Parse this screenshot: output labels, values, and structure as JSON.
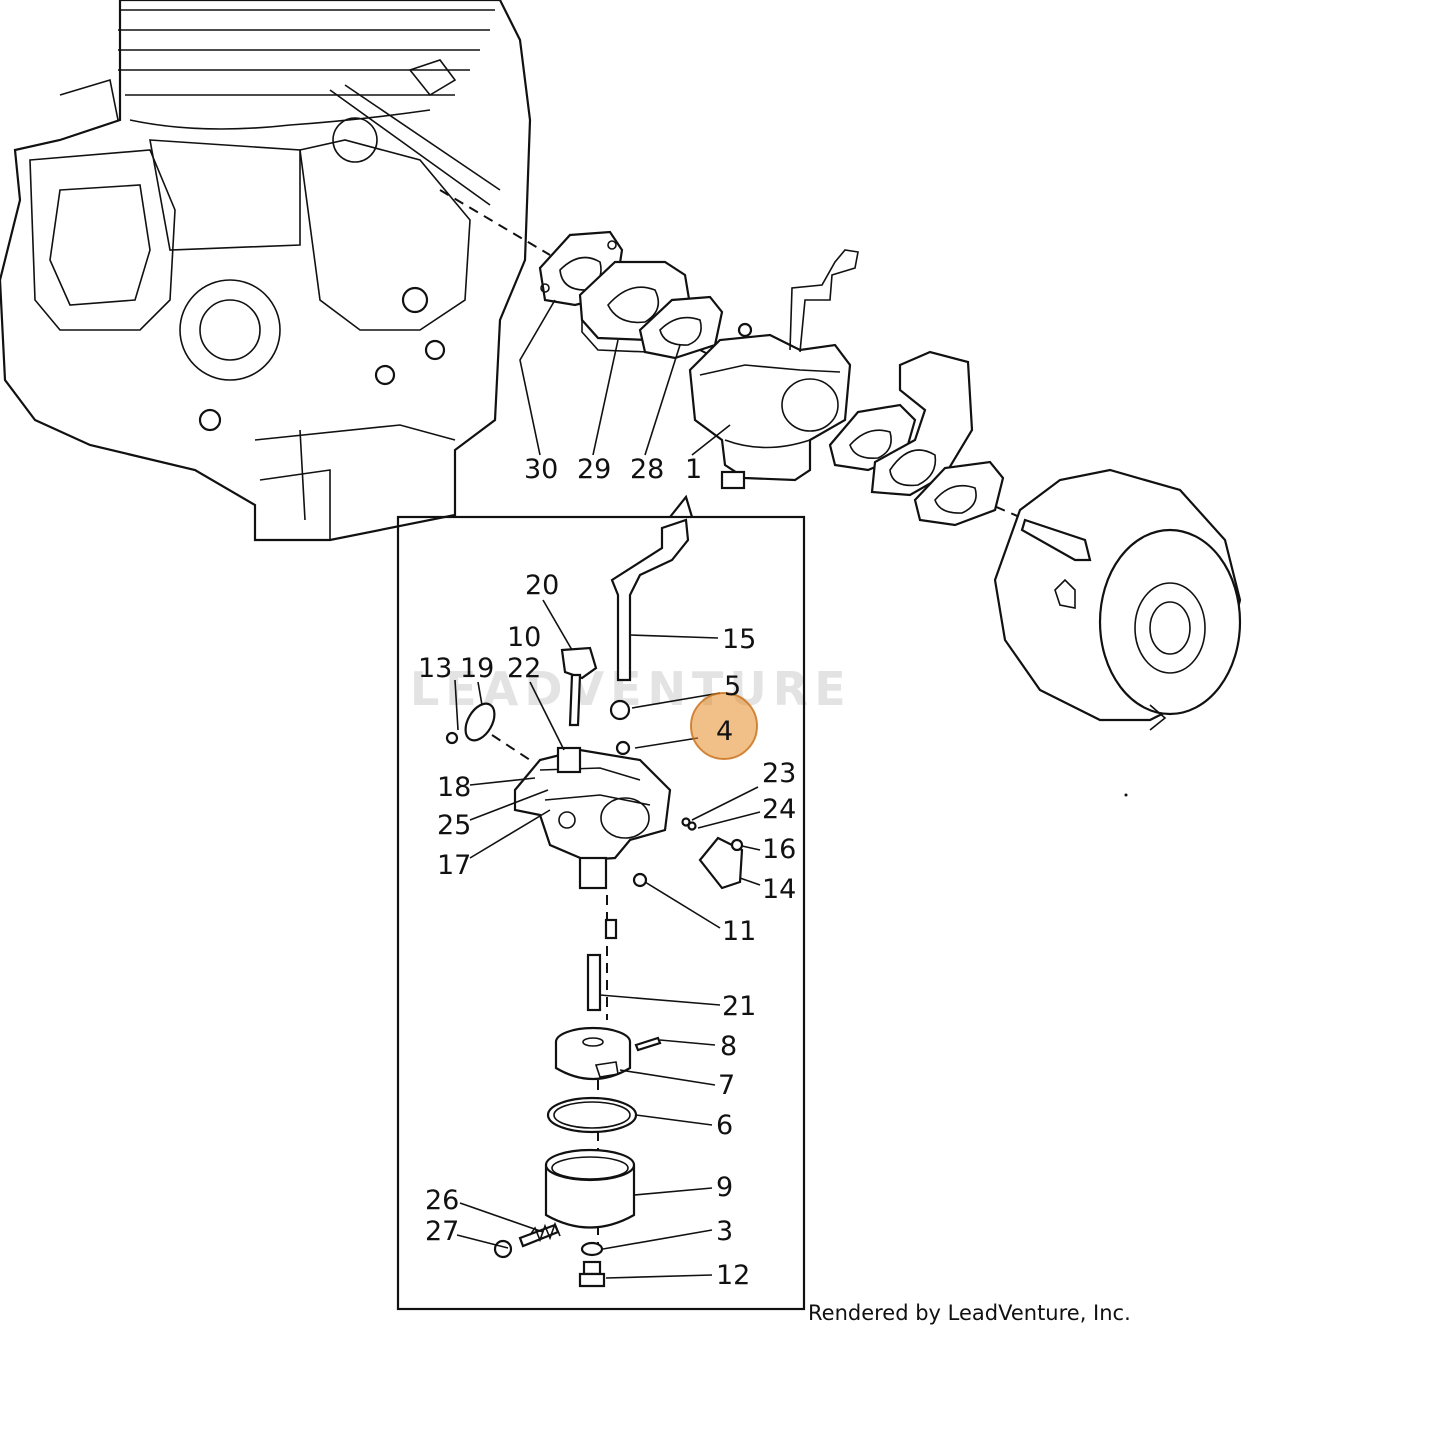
{
  "diagram": {
    "watermark": "LEADVENTURE",
    "footer": "Rendered by LeadVenture, Inc.",
    "highlighted_part": "4",
    "callouts": [
      {
        "id": "c30",
        "label": "30"
      },
      {
        "id": "c29",
        "label": "29"
      },
      {
        "id": "c28",
        "label": "28"
      },
      {
        "id": "c1",
        "label": "1"
      },
      {
        "id": "c20",
        "label": "20"
      },
      {
        "id": "c10",
        "label": "10"
      },
      {
        "id": "c15",
        "label": "15"
      },
      {
        "id": "c13",
        "label": "13"
      },
      {
        "id": "c19",
        "label": "19"
      },
      {
        "id": "c22",
        "label": "22"
      },
      {
        "id": "c5",
        "label": "5"
      },
      {
        "id": "c4",
        "label": "4"
      },
      {
        "id": "c23",
        "label": "23"
      },
      {
        "id": "c18",
        "label": "18"
      },
      {
        "id": "c24",
        "label": "24"
      },
      {
        "id": "c25",
        "label": "25"
      },
      {
        "id": "c16",
        "label": "16"
      },
      {
        "id": "c17",
        "label": "17"
      },
      {
        "id": "c14",
        "label": "14"
      },
      {
        "id": "c11",
        "label": "11"
      },
      {
        "id": "c21",
        "label": "21"
      },
      {
        "id": "c8",
        "label": "8"
      },
      {
        "id": "c7",
        "label": "7"
      },
      {
        "id": "c6",
        "label": "6"
      },
      {
        "id": "c9",
        "label": "9"
      },
      {
        "id": "c26",
        "label": "26"
      },
      {
        "id": "c27",
        "label": "27"
      },
      {
        "id": "c3",
        "label": "3"
      },
      {
        "id": "c12",
        "label": "12"
      }
    ]
  }
}
